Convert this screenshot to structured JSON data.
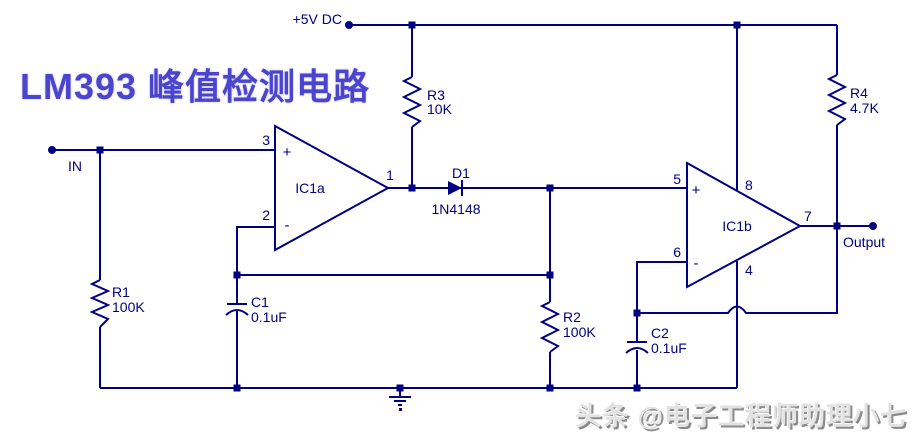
{
  "title": "LM393 峰值检测电路",
  "watermark": "头条 @电子工程师助理小七",
  "colors": {
    "circuit": "#000080",
    "title": "#4b45cd",
    "background": "#ffffff",
    "watermark_fill": "#e2e2e2",
    "watermark_shadow": "#8a8a8a"
  },
  "labels": {
    "supply": "+5V DC",
    "input": "IN",
    "output": "Output"
  },
  "components": {
    "ic1a": {
      "designator": "IC1a",
      "plus": "+",
      "minus": "-",
      "pin_noninv": "3",
      "pin_inv": "2",
      "pin_out": "1"
    },
    "ic1b": {
      "designator": "IC1b",
      "plus": "+",
      "minus": "-",
      "pin_noninv": "5",
      "pin_inv": "6",
      "pin_out": "7",
      "pin_vcc": "8",
      "pin_gnd": "4"
    },
    "r1": {
      "designator": "R1",
      "value": "100K"
    },
    "r2": {
      "designator": "R2",
      "value": "100K"
    },
    "r3": {
      "designator": "R3",
      "value": "10K"
    },
    "r4": {
      "designator": "R4",
      "value": "4.7K"
    },
    "c1": {
      "designator": "C1",
      "value": "0.1uF"
    },
    "c2": {
      "designator": "C2",
      "value": "0.1uF"
    },
    "d1": {
      "designator": "D1",
      "value": "1N4148"
    }
  }
}
